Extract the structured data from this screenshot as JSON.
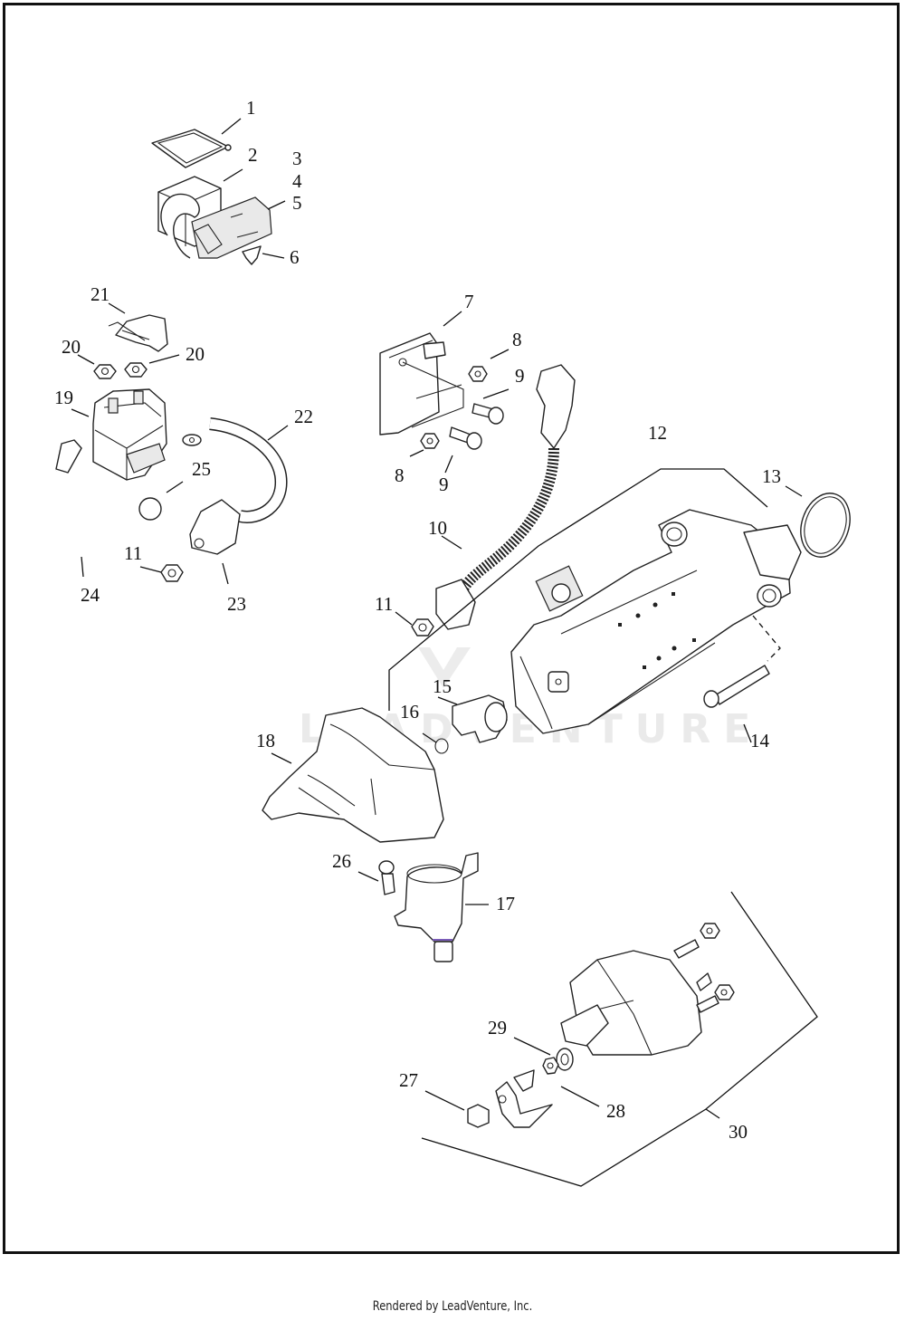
{
  "diagram": {
    "type": "exploded-parts-diagram",
    "watermark": "LEADVENTURE",
    "callouts": [
      {
        "id": "c1",
        "label": "1"
      },
      {
        "id": "c2",
        "label": "2"
      },
      {
        "id": "c3",
        "label": "3"
      },
      {
        "id": "c4",
        "label": "4"
      },
      {
        "id": "c5",
        "label": "5"
      },
      {
        "id": "c6",
        "label": "6"
      },
      {
        "id": "c7",
        "label": "7"
      },
      {
        "id": "c8a",
        "label": "8"
      },
      {
        "id": "c8b",
        "label": "8"
      },
      {
        "id": "c9a",
        "label": "9"
      },
      {
        "id": "c9b",
        "label": "9"
      },
      {
        "id": "c10",
        "label": "10"
      },
      {
        "id": "c11a",
        "label": "11"
      },
      {
        "id": "c11b",
        "label": "11"
      },
      {
        "id": "c12",
        "label": "12"
      },
      {
        "id": "c13",
        "label": "13"
      },
      {
        "id": "c14",
        "label": "14"
      },
      {
        "id": "c15",
        "label": "15"
      },
      {
        "id": "c16",
        "label": "16"
      },
      {
        "id": "c17",
        "label": "17"
      },
      {
        "id": "c18",
        "label": "18"
      },
      {
        "id": "c19",
        "label": "19"
      },
      {
        "id": "c20a",
        "label": "20"
      },
      {
        "id": "c20b",
        "label": "20"
      },
      {
        "id": "c21",
        "label": "21"
      },
      {
        "id": "c22",
        "label": "22"
      },
      {
        "id": "c23",
        "label": "23"
      },
      {
        "id": "c24",
        "label": "24"
      },
      {
        "id": "c25",
        "label": "25"
      },
      {
        "id": "c26",
        "label": "26"
      },
      {
        "id": "c27",
        "label": "27"
      },
      {
        "id": "c28",
        "label": "28"
      },
      {
        "id": "c29",
        "label": "29"
      },
      {
        "id": "c30",
        "label": "30"
      }
    ]
  },
  "footer": {
    "text": "Rendered by LeadVenture, Inc."
  }
}
